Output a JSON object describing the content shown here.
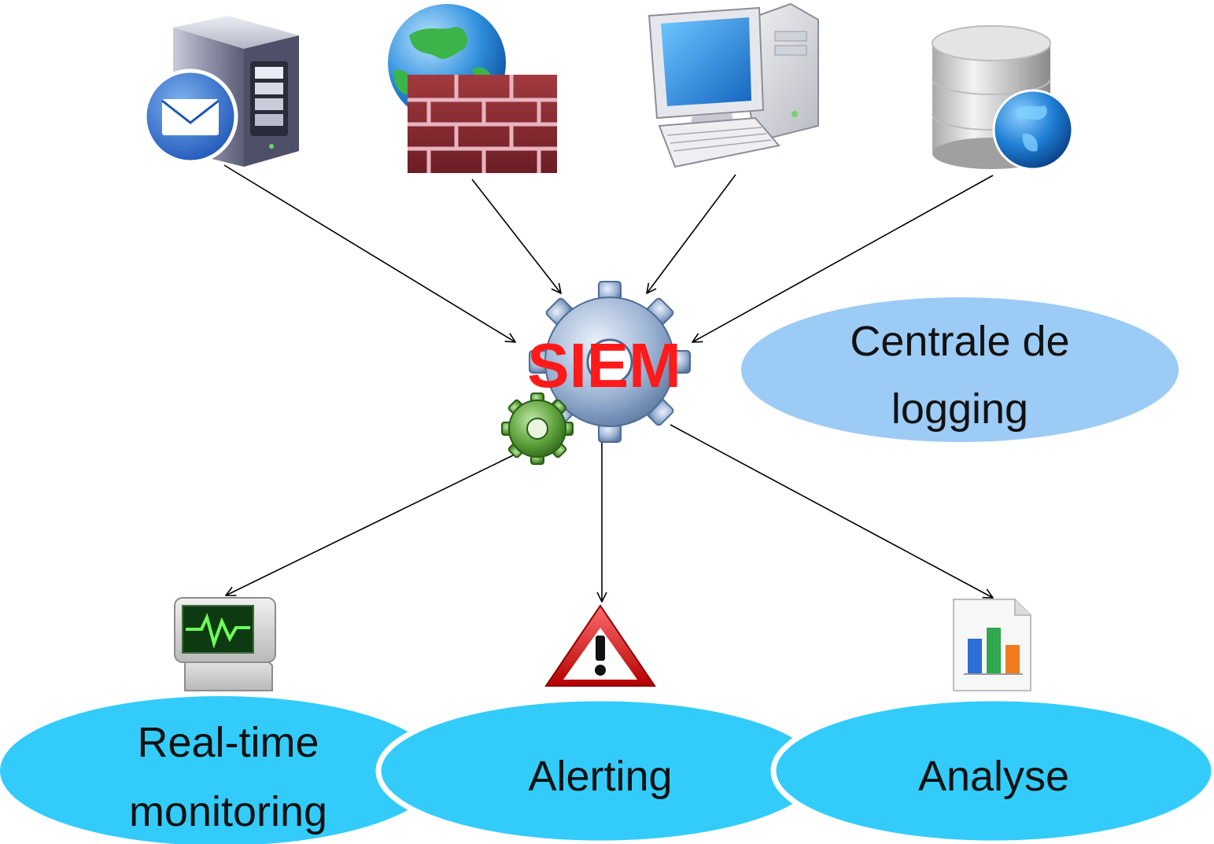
{
  "center": {
    "label": "SIEM"
  },
  "callout": {
    "line1": "Centrale de",
    "line2": "logging"
  },
  "outputs": {
    "monitoring": {
      "line1": "Real-time",
      "line2": "monitoring"
    },
    "alerting": {
      "label": "Alerting"
    },
    "analyse": {
      "label": "Analyse"
    }
  },
  "sources": [
    "mail-server-icon",
    "firewall-icon",
    "desktop-computer-icon",
    "database-icon"
  ],
  "colors": {
    "callout_fill": "#9ccbf5",
    "output_fill": "#33ccfa",
    "siem_text": "#ff1a1a",
    "arrow": "#000000"
  }
}
